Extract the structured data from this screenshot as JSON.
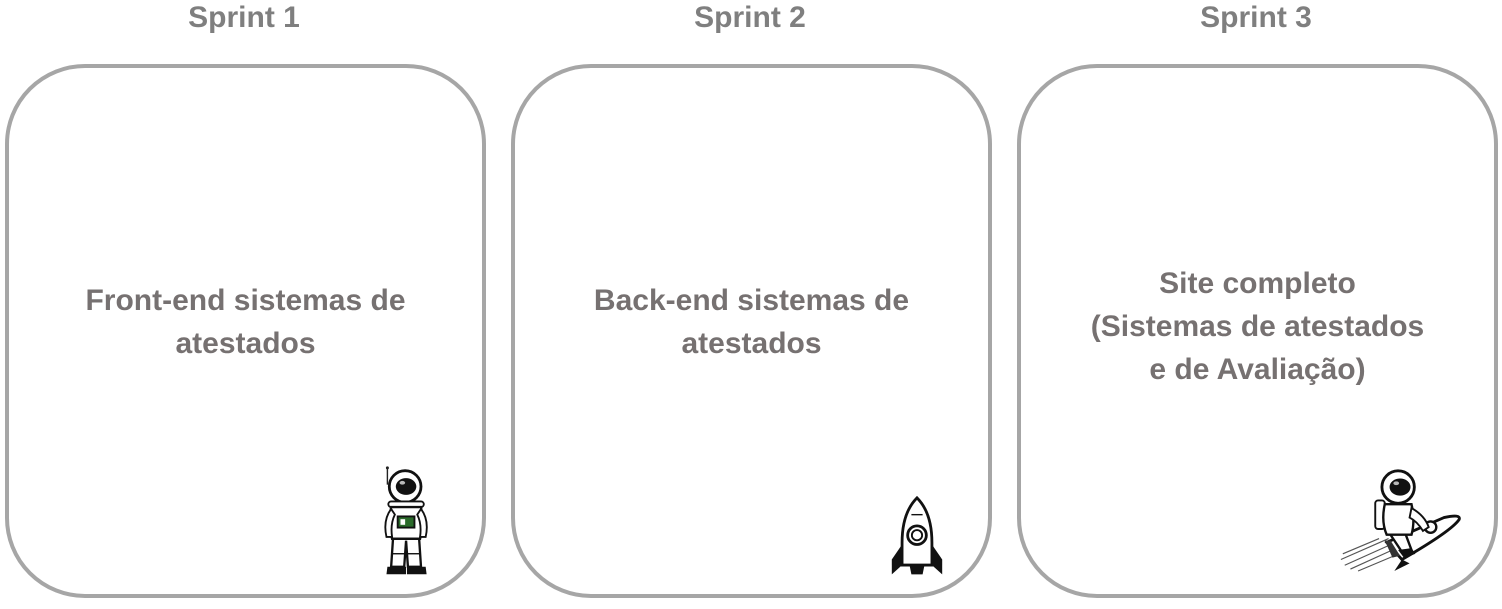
{
  "columns": [
    {
      "header": "Sprint 1",
      "lines": [
        "Front-end sistemas de",
        "atestados"
      ],
      "illustration": "astronaut-standing-icon"
    },
    {
      "header": "Sprint 2",
      "lines": [
        "Back-end sistemas de",
        "atestados"
      ],
      "illustration": "rocket-icon"
    },
    {
      "header": "Sprint 3",
      "lines": [
        "Site completo",
        "(Sistemas de atestados",
        "e de Avaliação)"
      ],
      "illustration": "astronaut-riding-rocket-icon"
    }
  ]
}
